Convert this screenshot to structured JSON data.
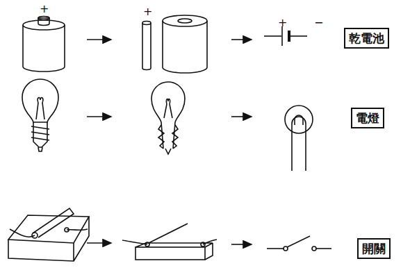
{
  "diagram": {
    "nodes": [
      {
        "text": [
          "乾電池"
        ]
      },
      {
        "text": [
          "電燈"
        ]
      },
      {
        "text": [
          "開關"
        ]
      }
    ],
    "labels": [
      "+",
      "+",
      "+",
      "−"
    ]
  }
}
